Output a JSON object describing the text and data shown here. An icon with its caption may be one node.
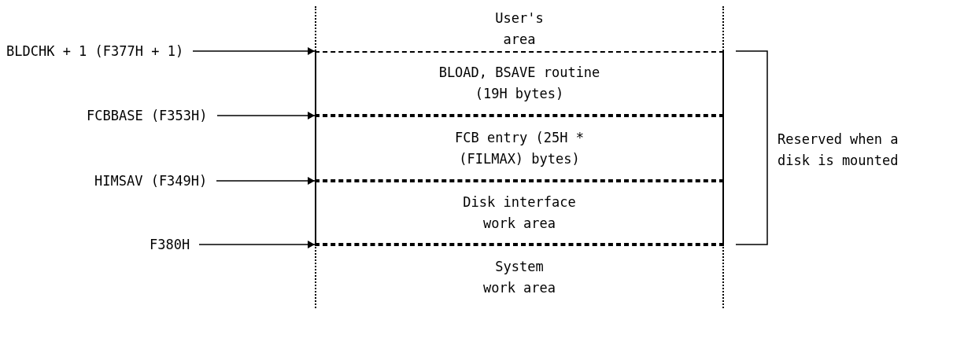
{
  "diagram": {
    "nodes": [
      {
        "text": [
          "User's area"
        ]
      },
      {
        "text": [
          "BLOAD, BSAVE routine (19H bytes)"
        ]
      },
      {
        "text": [
          "FCB entry (25H * (FILMAX) bytes)"
        ]
      },
      {
        "text": [
          "Disk interface work area"
        ]
      },
      {
        "text": [
          "System work area"
        ]
      },
      {
        "text": [
          "BLDCHK + 1 (F377H + 1)"
        ]
      },
      {
        "text": [
          "FCBBASE (F353H)"
        ]
      },
      {
        "text": [
          "HIMSAV (F349H)"
        ]
      },
      {
        "text": [
          "F380H"
        ]
      }
    ],
    "edges": [
      {
        "from": 5,
        "to": 1,
        "arrow": "to"
      },
      {
        "from": 6,
        "to": 2,
        "arrow": "to"
      },
      {
        "from": 7,
        "to": 3,
        "arrow": "to"
      },
      {
        "from": 8,
        "to": 4,
        "arrow": "to"
      }
    ],
    "labels": [
      "Reserved when a disk is mounted"
    ]
  }
}
